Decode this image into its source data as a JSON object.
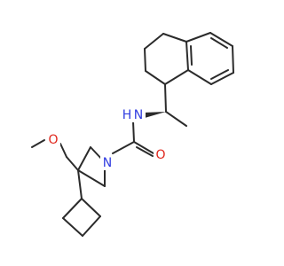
{
  "structure": {
    "atoms": {
      "nitrogen_amide": {
        "label": "N",
        "color": "#2f3be0"
      },
      "hydrogen_amide": {
        "label": "H",
        "color": "#2f3be0"
      },
      "nitrogen_ring": {
        "label": "N",
        "color": "#2f3be0"
      },
      "oxygen_carbonyl": {
        "label": "O",
        "color": "#e0251b"
      },
      "oxygen_ether": {
        "label": "O",
        "color": "#e0251b"
      }
    },
    "fragments": {
      "tetralin_label": "tetrahydronaphthalene",
      "cyclobutyl_label": "cyclobutyl",
      "methoxymethyl_label": "methoxymethyl",
      "azetidine_label": "azetidine"
    },
    "stereo": {
      "bold_wedge_present": true
    }
  }
}
